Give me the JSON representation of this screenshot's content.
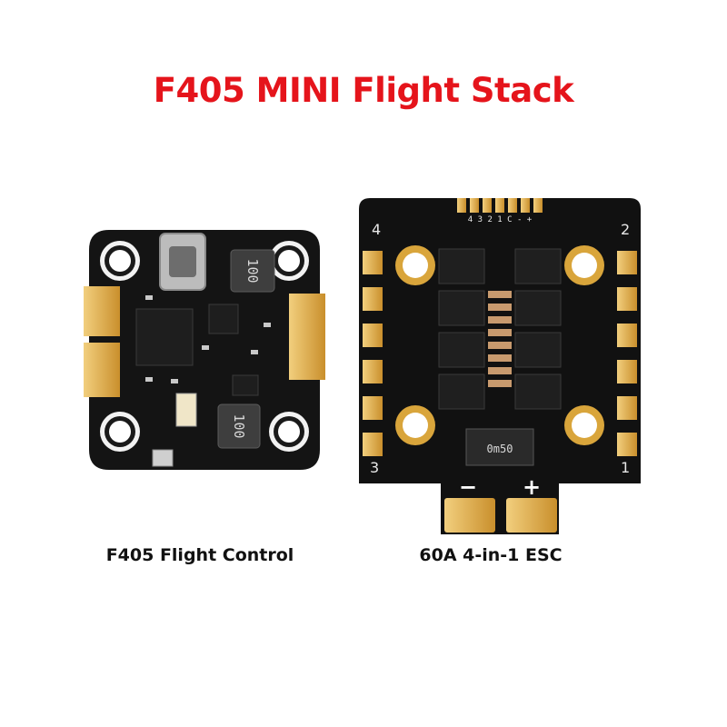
{
  "title": {
    "text": "F405 MINI Flight Stack",
    "color": "#e5141b"
  },
  "products": [
    {
      "name": "F405 Flight Control",
      "inductor_marks": [
        "100",
        "100"
      ]
    },
    {
      "name": "60A 4-in-1 ESC",
      "corner_numbers": [
        "4",
        "2",
        "3",
        "1"
      ],
      "pad_labels": "4 3 2 1 C - +",
      "shunt_mark": "0m50",
      "power_minus": "−",
      "power_plus": "+"
    }
  ],
  "colors": {
    "pcb": "#111111",
    "gold": "#d9a53b",
    "silkscreen": "#e8e8e8"
  }
}
